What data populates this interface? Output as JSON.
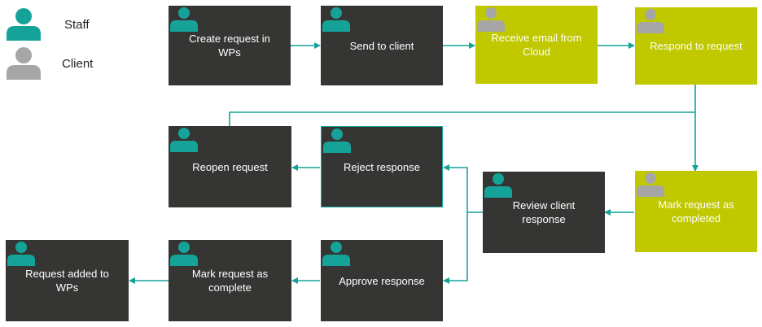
{
  "colors": {
    "staff_box": "#353633",
    "client_box": "#c0c800",
    "staff_icon": "#15a399",
    "client_icon": "#a6a6a6",
    "connector": "#15a399"
  },
  "legend": {
    "staff_label": "Staff",
    "client_label": "Client"
  },
  "nodes": {
    "create_request": {
      "label": "Create request in WPs",
      "role": "staff"
    },
    "send_to_client": {
      "label": "Send to client",
      "role": "staff"
    },
    "receive_email": {
      "label": "Receive email from Cloud",
      "role": "client"
    },
    "respond_to_request": {
      "label": "Respond to request",
      "role": "client"
    },
    "reopen_request": {
      "label": "Reopen request",
      "role": "staff"
    },
    "reject_response": {
      "label": "Reject response",
      "role": "staff"
    },
    "review_client_response": {
      "label": "Review client response",
      "role": "staff"
    },
    "mark_request_completed": {
      "label": "Mark request as completed",
      "role": "client"
    },
    "request_added": {
      "label": "Request added to WPs",
      "role": "staff"
    },
    "mark_request_complete": {
      "label": "Mark request as complete",
      "role": "staff"
    },
    "approve_response": {
      "label": "Approve response",
      "role": "staff"
    }
  }
}
